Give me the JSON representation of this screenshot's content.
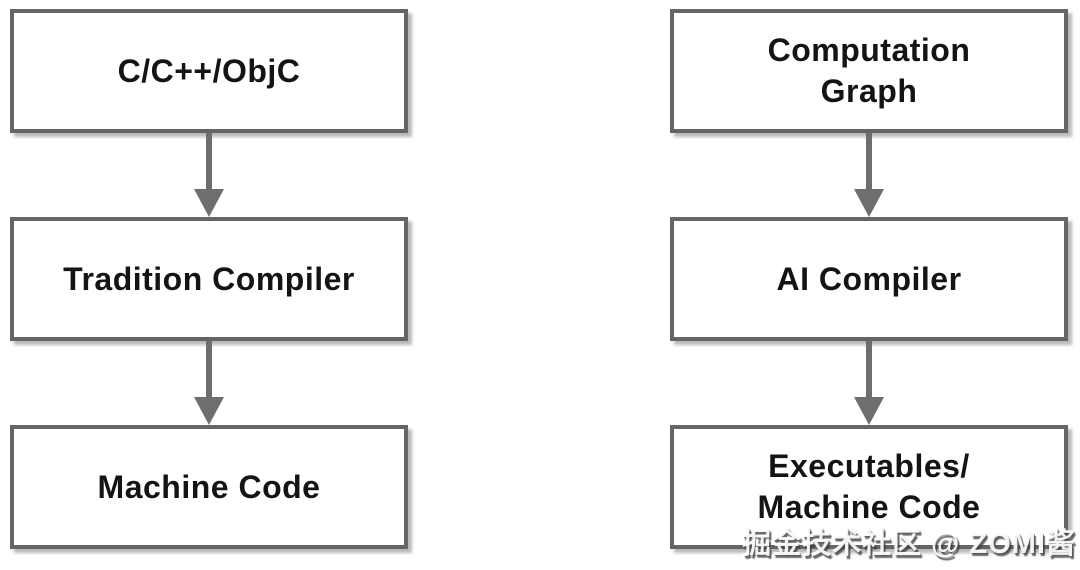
{
  "diagram": {
    "colors": {
      "background": "#ffffff",
      "box_fill": "#ffffff",
      "box_border": "#656565",
      "arrow": "#6e6e6e",
      "label_text": "#141414",
      "watermark_text": "rgba(255,255,255,0.92)",
      "watermark_shadow": "#4d4d4d"
    },
    "columns": [
      {
        "id": "traditional-compiler-flow",
        "boxes": [
          {
            "label": "C/C++/ObjC"
          },
          {
            "label": "Tradition Compiler"
          },
          {
            "label": "Machine Code"
          }
        ]
      },
      {
        "id": "ai-compiler-flow",
        "boxes": [
          {
            "label": "Computation\nGraph"
          },
          {
            "label": "AI Compiler"
          },
          {
            "label": "Executables/\nMachine Code"
          }
        ]
      }
    ]
  },
  "watermark": {
    "text": "掘金技术社区 @ ZOMI酱"
  }
}
